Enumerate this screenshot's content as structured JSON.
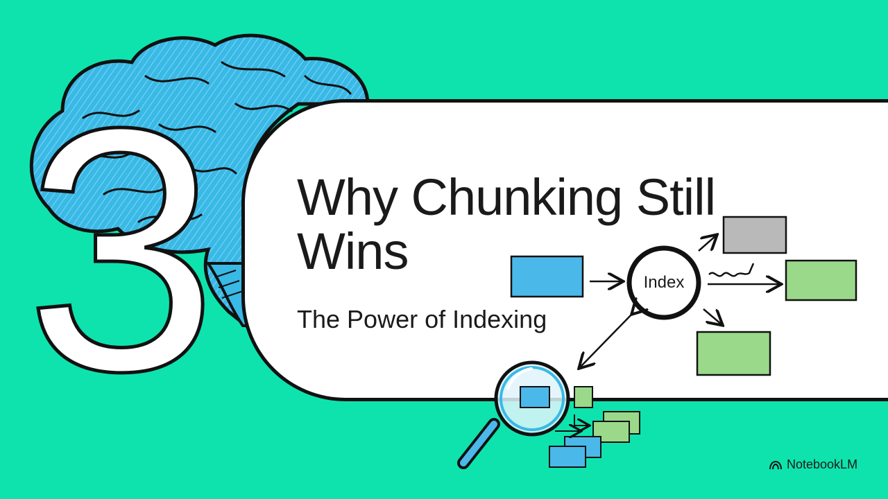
{
  "slide": {
    "number": "3",
    "title": "Why Chunking Still Wins",
    "subtitle": "The Power of Indexing",
    "index_label": "Index",
    "brand": "NotebookLM"
  },
  "colors": {
    "background": "#0ee3ae",
    "brain": "#39b9e6",
    "block_blue": "#4bb8ea",
    "block_gray": "#b9b9b9",
    "block_green": "#9ad98a",
    "ink": "#111111"
  },
  "icons": [
    "brain-illustration",
    "magnifier-icon",
    "arrow-icon",
    "notebooklm-logo-icon"
  ]
}
